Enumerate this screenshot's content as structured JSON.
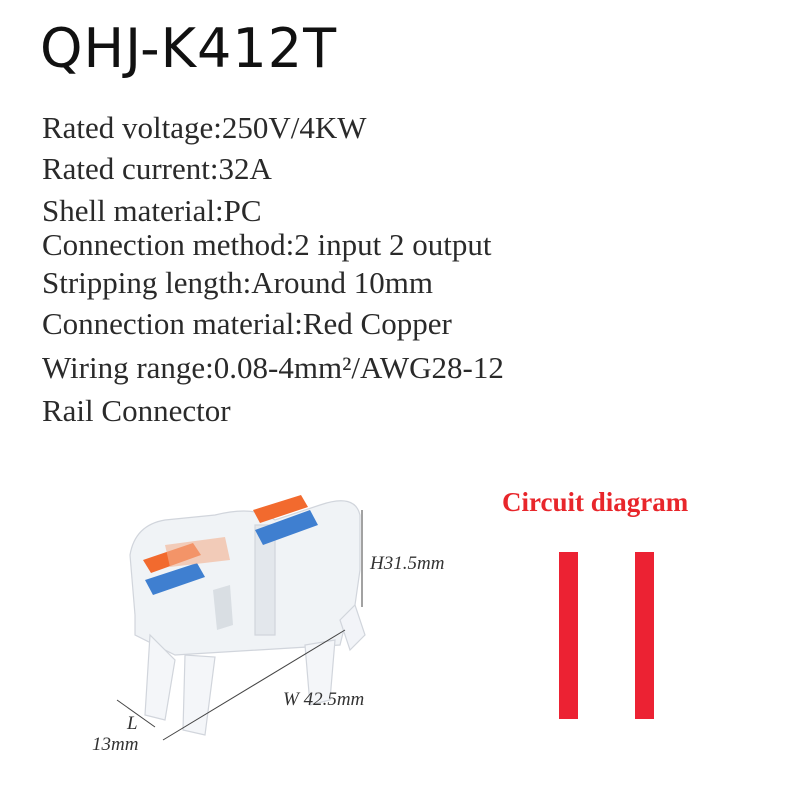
{
  "title": "QHJ-K412T",
  "specs": [
    "Rated voltage:250V/4KW",
    "Rated current:32A",
    "Shell material:PC",
    "Connection method:2 input 2 output",
    "Stripping length:Around 10mm",
    "Connection material:Red Copper",
    "Wiring range:0.08-4mm²/AWG28-12",
    "Rail Connector"
  ],
  "dimensions": {
    "height": "H31.5mm",
    "width": "W 42.5mm",
    "length_label": "L",
    "length_value": "13mm"
  },
  "circuit": {
    "title": "Circuit diagram",
    "bar_color": "#ec2233"
  },
  "colors": {
    "lever_orange": "#f26a2e",
    "lever_blue": "#3f7fd0",
    "title_red": "#e8262b"
  }
}
